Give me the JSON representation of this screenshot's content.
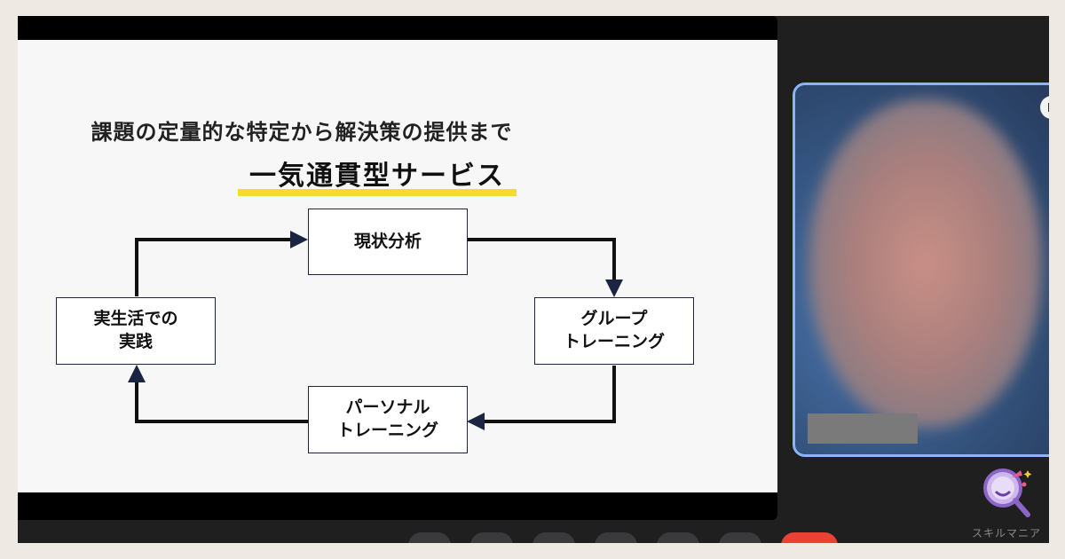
{
  "slide": {
    "title_line1": "課題の定量的な特定から解決策の提供まで",
    "title_line2": "一気通貫型サービス",
    "nodes": {
      "top": "現状分析",
      "right_line1": "グループ",
      "right_line2": "トレーニング",
      "bottom_line1": "パーソナル",
      "bottom_line2": "トレーニング",
      "left_line1": "実生活での",
      "left_line2": "実践"
    }
  },
  "brand": {
    "name": "スキルマニア"
  },
  "colors": {
    "accent_yellow": "#f3dc2f",
    "arrow_navy": "#1b2440",
    "self_view_border": "#8eb4f7",
    "end_call_red": "#e94235"
  }
}
